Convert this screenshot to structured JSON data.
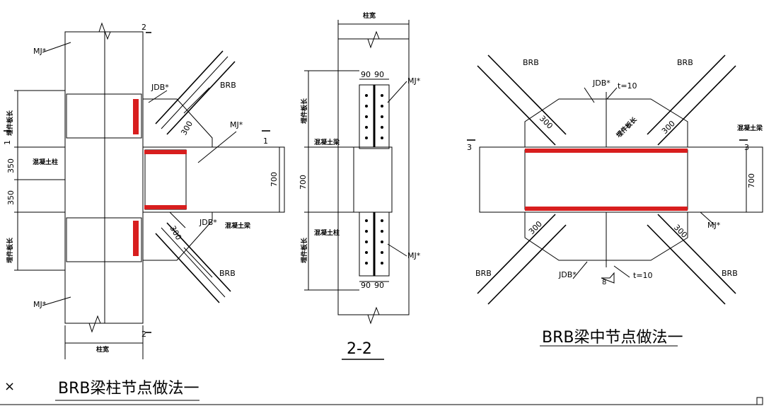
{
  "close_glyph": "×",
  "left": {
    "title": "BRB梁柱节点做法一",
    "labels": {
      "mj_top": "MJ*",
      "mj_bottom": "MJ*",
      "mj_mid": "MJ*",
      "jdb_top": "JDB*",
      "jdb_bottom": "JDB*",
      "brb_top": "BRB",
      "brb_bottom": "BRB",
      "concrete_column": "混凝土柱",
      "concrete_beam": "混凝土梁",
      "embed_len_top": "埋件板长",
      "embed_len_bottom": "埋件板长",
      "dim_350_a": "350",
      "dim_350_b": "350",
      "dim_700": "700",
      "dim_300_a": "300",
      "dim_300_b": "300",
      "col_width": "柱宽",
      "sec2_top": "2",
      "sec2_bottom": "2",
      "sec1_left": "1",
      "sec1_right": "1"
    }
  },
  "middle": {
    "title": "2-2",
    "labels": {
      "col_width": "柱宽",
      "dim_90_a": "90",
      "dim_90_b": "90",
      "dim_90_c": "90",
      "dim_90_d": "90",
      "mj_top": "MJ*",
      "mj_bottom": "MJ*",
      "embed_len_top": "埋件板长",
      "embed_len_bottom": "埋件板长",
      "concrete_beam": "混凝土梁",
      "concrete_column": "混凝土柱",
      "dim_700": "700"
    }
  },
  "right": {
    "title": "BRB梁中节点做法一",
    "labels": {
      "brb_tl": "BRB",
      "brb_tr": "BRB",
      "brb_bl": "BRB",
      "brb_br": "BRB",
      "jdb_top": "JDB*",
      "jdb_bottom": "JDB*",
      "t10_top": "t=10",
      "t10_bottom": "t=10",
      "weld": "8",
      "concrete_beam": "混凝土梁",
      "embed_len": "埋件板长",
      "mj": "MJ*",
      "dim_700": "700",
      "dim_300_a": "300",
      "dim_300_b": "300",
      "dim_300_c": "300",
      "dim_300_d": "300",
      "sec3_left": "3",
      "sec3_right": "3"
    }
  }
}
